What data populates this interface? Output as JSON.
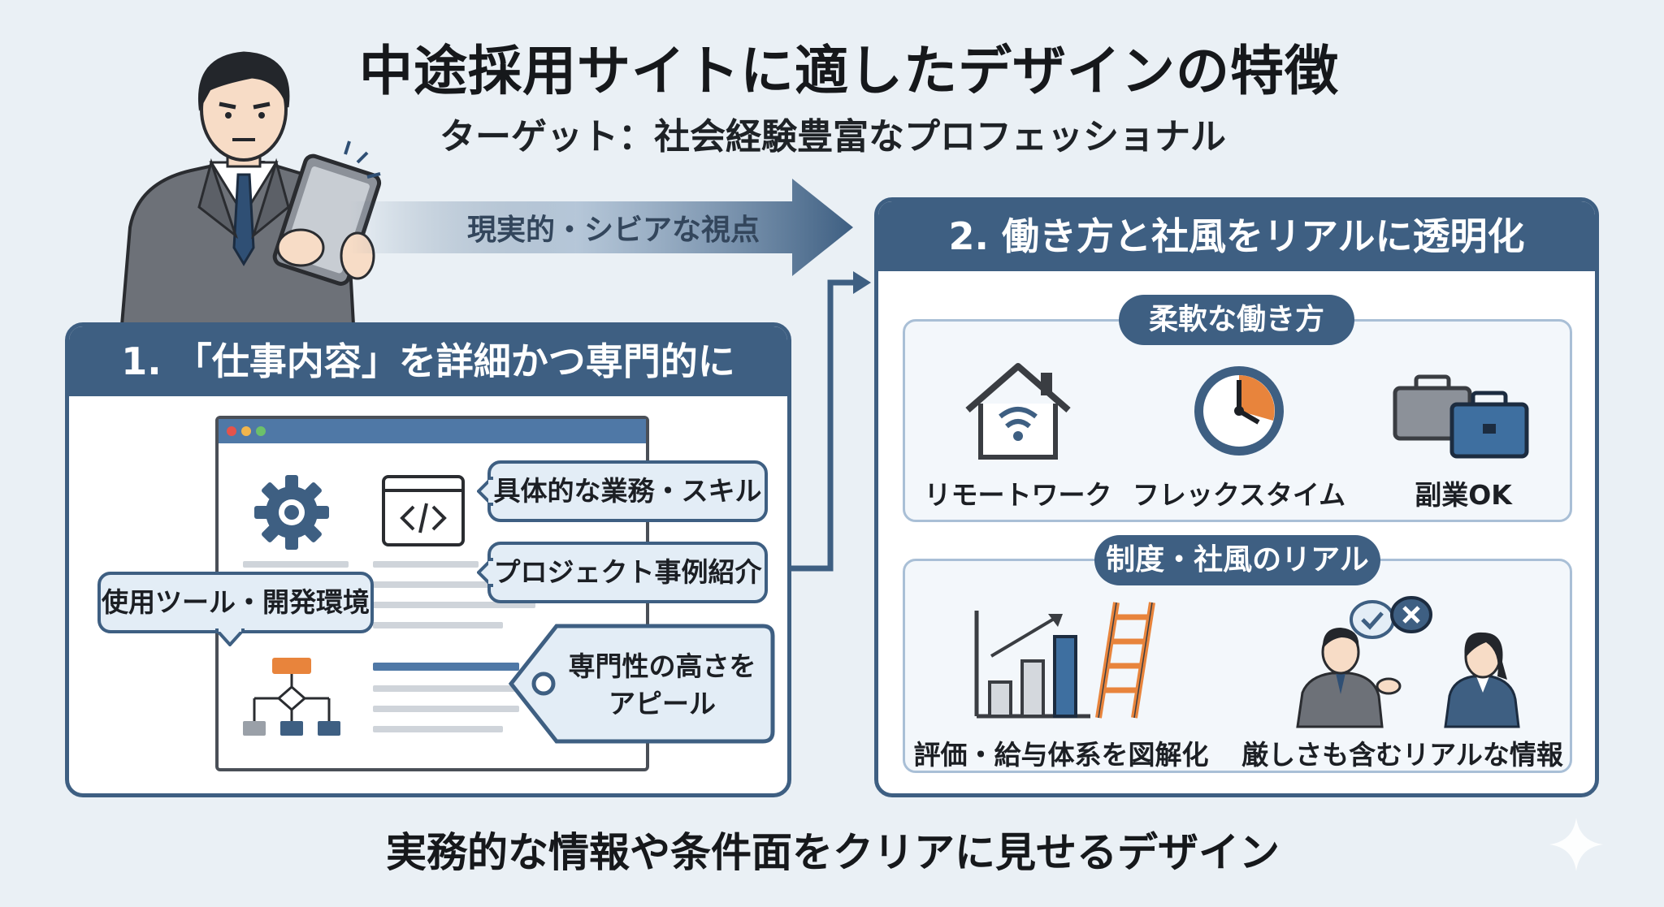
{
  "title": "中途採用サイトに適したデザインの特徴",
  "subtitle": "ターゲット：社会経験豊富なプロフェッショナル",
  "arrow_label": "現実的・シビアな視点",
  "section1": {
    "heading": "1. 「仕事内容」を詳細かつ専門的に",
    "callouts": {
      "specific": "具体的な業務・スキル",
      "project": "プロジェクト事例紹介",
      "tools": "使用ツール・開発環境",
      "expertise_line1": "専門性の高さを",
      "expertise_line2": "アピール"
    }
  },
  "section2": {
    "heading": "2. 働き方と社風をリアルに透明化",
    "flexible": {
      "pill": "柔軟な働き方",
      "items": [
        "リモートワーク",
        "フレックスタイム",
        "副業OK"
      ]
    },
    "culture": {
      "pill": "制度・社風のリアル",
      "items": [
        "評価・給与体系を図解化",
        "厳しさも含むリアルな情報"
      ]
    }
  },
  "footer": "実務的な情報や条件面をクリアに見せるデザイン",
  "colors": {
    "navy": "#3e5f82",
    "light_blue": "#e3edf6",
    "orange": "#e8843c",
    "background": "#eaf0f5"
  },
  "icons": [
    "businessman-with-tablet-illustration",
    "gear-icon",
    "code-window-icon",
    "flowchart-icon",
    "house-wifi-icon",
    "clock-icon",
    "briefcase-icon",
    "bar-chart-icon",
    "ladder-icon",
    "consultation-people-icon",
    "sparkle-icon"
  ]
}
